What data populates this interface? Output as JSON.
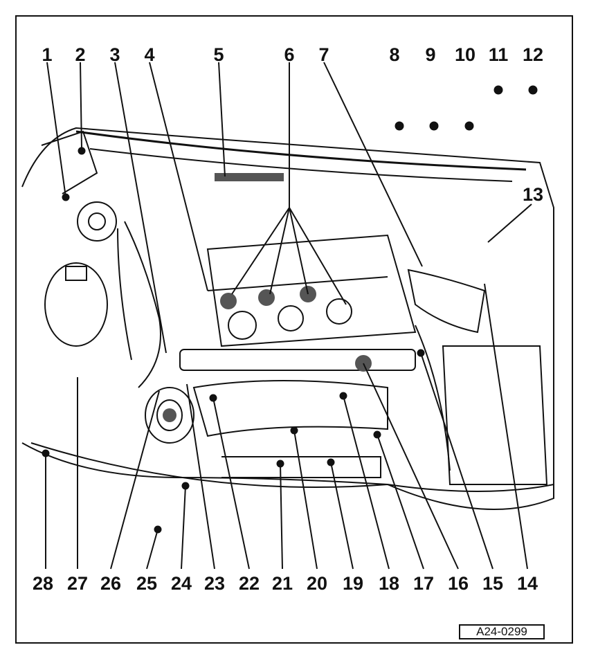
{
  "diagram": {
    "top_labels": [
      "1",
      "2",
      "3",
      "4",
      "5",
      "6",
      "7",
      "8",
      "9",
      "10",
      "11",
      "12"
    ],
    "side_label": "13",
    "bottom_labels": [
      "28",
      "27",
      "26",
      "25",
      "24",
      "23",
      "22",
      "21",
      "20",
      "19",
      "18",
      "17",
      "16",
      "15",
      "14"
    ],
    "reference_code": "A24-0299"
  },
  "colors": {
    "ink": "#111111",
    "background": "#ffffff",
    "shade": "#555555"
  }
}
